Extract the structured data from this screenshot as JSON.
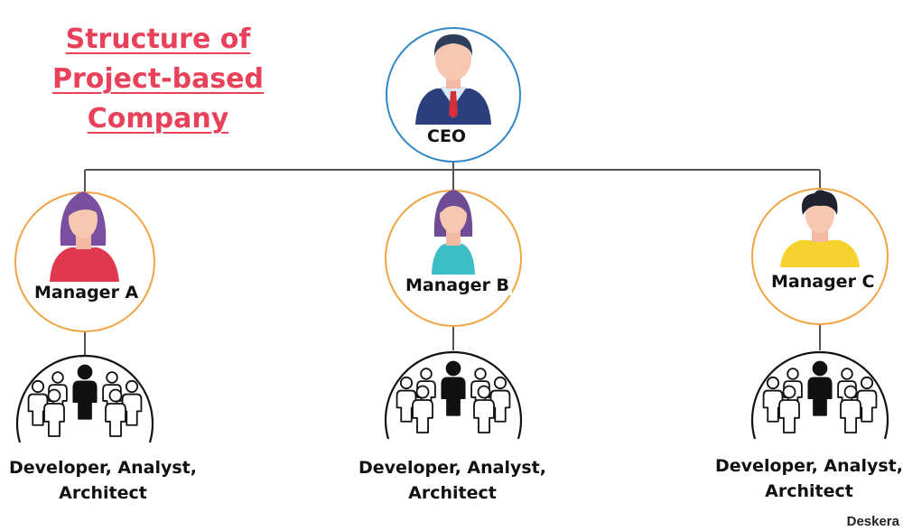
{
  "title_lines": [
    "Structure of ",
    "Project-based ",
    "Company"
  ],
  "ceo": {
    "label": "CEO"
  },
  "managers": [
    {
      "label": "Manager A",
      "team": [
        "Developer, Analyst,",
        "Architect"
      ]
    },
    {
      "label": "Manager B",
      "team": [
        "Developer, Analyst,",
        "Architect"
      ]
    },
    {
      "label": "Manager C",
      "team": [
        "Developer, Analyst,",
        "Architect"
      ]
    }
  ],
  "brand": "Deskera",
  "colors": {
    "title": "#e8415a",
    "ceo_ring": "#2f87c8",
    "manager_ring": "#f2a444",
    "connector": "#555555",
    "ceo_suit": "#2b3f7d",
    "ceo_tie": "#d6313b",
    "manager_a_top": "#e0384e",
    "manager_b_top": "#3bbfc4",
    "manager_c_top": "#f5d22e"
  }
}
